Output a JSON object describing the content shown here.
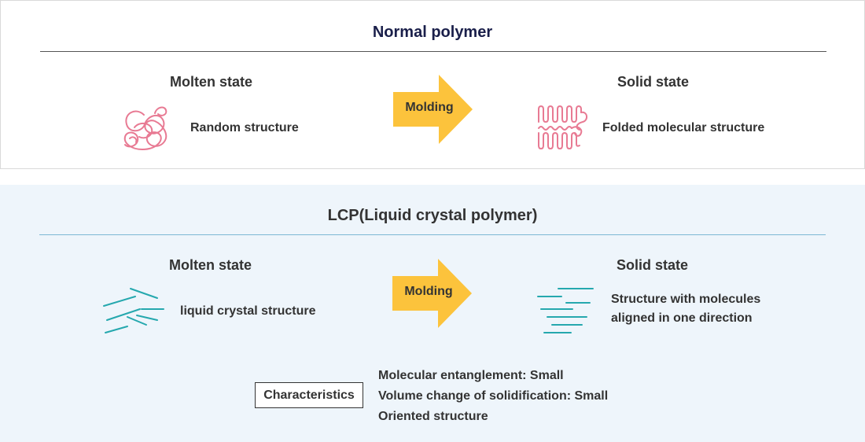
{
  "normal": {
    "title": "Normal polymer",
    "molten_label": "Molten state",
    "molten_desc": "Random structure",
    "arrow_label": "Molding",
    "solid_label": "Solid state",
    "solid_desc": "Folded molecular structure"
  },
  "lcp": {
    "title": "LCP(Liquid crystal polymer)",
    "molten_label": "Molten state",
    "molten_desc": "liquid crystal structure",
    "arrow_label": "Molding",
    "solid_label": "Solid state",
    "solid_desc_line1": "Structure with molecules",
    "solid_desc_line2": "aligned in one direction"
  },
  "characteristics": {
    "label": "Characteristics",
    "items": [
      "Molecular entanglement: Small",
      "Volume change of solidification: Small",
      "Oriented structure"
    ]
  },
  "colors": {
    "arrow_fill": "#fcc33c",
    "polymer_pink": "#e87a93",
    "lcp_teal": "#25a8ae",
    "lcp_background": "#eef5fb"
  }
}
